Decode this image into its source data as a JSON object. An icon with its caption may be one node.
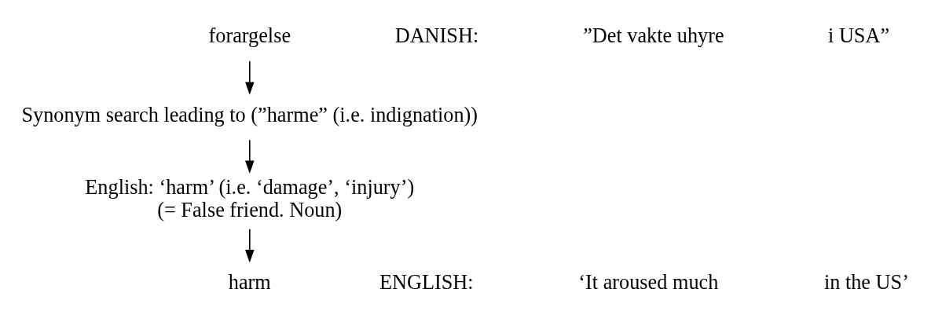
{
  "diagram": {
    "nodes": [
      {
        "text": [
          "forargelse"
        ]
      },
      {
        "text": [
          "Synonym search leading to (”harme” (i.e. indignation))"
        ]
      },
      {
        "text": [
          "English: ‘harm’ (i.e. ‘damage’, ‘injury’)",
          "(= False friend. Noun)"
        ]
      },
      {
        "text": [
          "harm"
        ]
      }
    ],
    "edges": [
      {
        "from": 0,
        "to": 1,
        "arrow": "to"
      },
      {
        "from": 1,
        "to": 2,
        "arrow": "to"
      },
      {
        "from": 2,
        "to": 3,
        "arrow": "to"
      }
    ],
    "labels": [
      "DANISH:",
      "”Det vakte uhyre",
      "i USA”",
      "ENGLISH:",
      "‘It aroused much",
      "in the US’"
    ]
  }
}
